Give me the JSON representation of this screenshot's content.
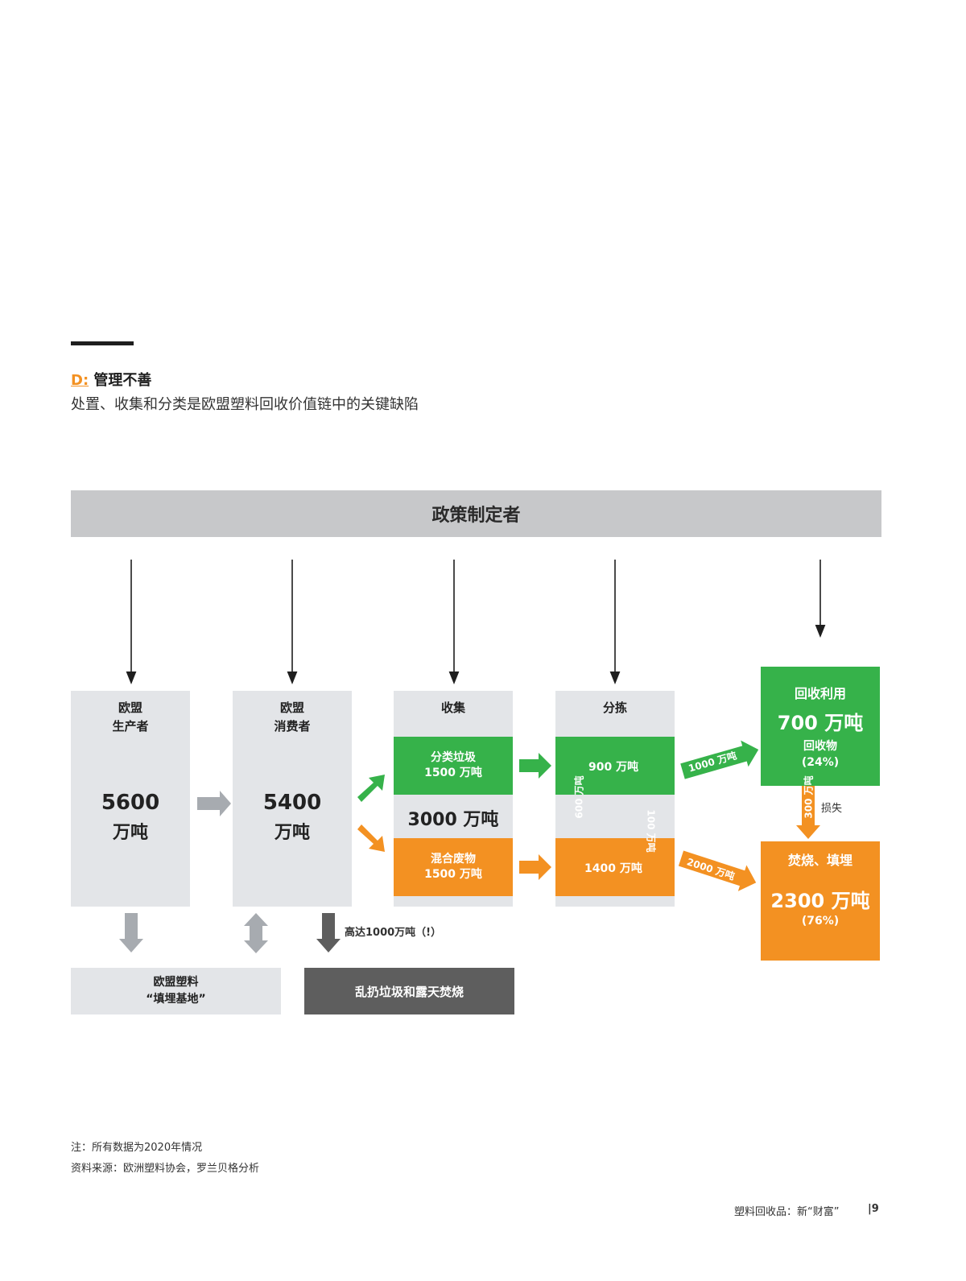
{
  "header": {
    "section_letter": "D:",
    "section_title": "管理不善",
    "subtitle": "处置、收集和分类是欧盟塑料回收价值链中的关键缺陷"
  },
  "policy_bar": {
    "label": "政策制定者"
  },
  "producers": {
    "title_line1": "欧盟",
    "title_line2": "生产者",
    "value": "5600",
    "unit": "万吨"
  },
  "consumers": {
    "title_line1": "欧盟",
    "title_line2": "消费者",
    "value": "5400",
    "unit": "万吨"
  },
  "collection": {
    "title": "收集",
    "sorted_label_line1": "分类垃圾",
    "sorted_label_line2": "1500 万吨",
    "total": "3000 万吨",
    "mixed_label_line1": "混合废物",
    "mixed_label_line2": "1500 万吨"
  },
  "sorting": {
    "title": "分拣",
    "green_value": "900 万吨",
    "orange_value": "1400 万吨",
    "down_arrow_label": "600 万吨",
    "up_arrow_label": "100 万吨"
  },
  "recycling": {
    "title": "回收利用",
    "value": "700 万吨",
    "sub": "回收物",
    "pct": "(24%)"
  },
  "loss": {
    "arrow_label": "300 万吨",
    "label": "损失"
  },
  "incineration": {
    "title": "焚烧、填埋",
    "value": "2300 万吨",
    "pct": "(76%)"
  },
  "flows": {
    "to_recycling": "1000 万吨",
    "to_incineration": "2000 万吨"
  },
  "bottom": {
    "landfill_line1": "欧盟塑料",
    "landfill_line2": "“填埋基地”",
    "littering": "乱扔垃圾和露天焚烧",
    "littering_note": "高达1000万吨（!）"
  },
  "notes": {
    "note": "注：所有数据为2020年情况",
    "source": "资料来源：欧洲塑料协会，罗兰贝格分析"
  },
  "footer": {
    "text": "塑料回收品：新“财富”",
    "page": "|9"
  },
  "colors": {
    "green": "#36b24a",
    "orange": "#f39122",
    "grey": "#e3e5e8",
    "bar": "#c7c8ca",
    "dark": "#5e5e5e",
    "arrow_grey": "#a7abb0"
  }
}
